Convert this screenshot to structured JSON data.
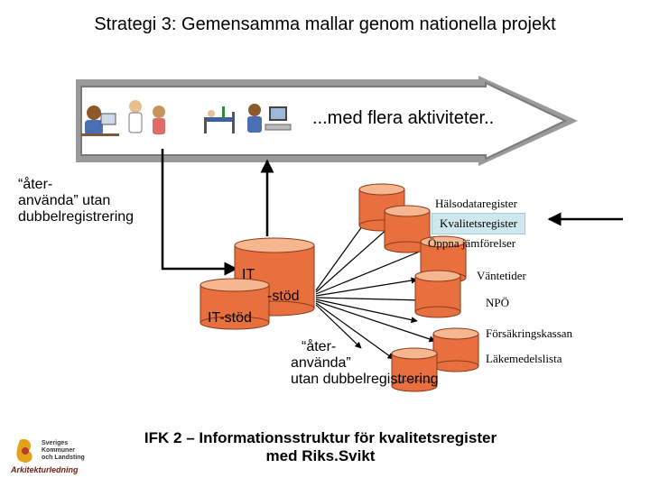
{
  "title": "Strategi 3: Gemensamma mallar genom nationella projekt",
  "arrow_text": "...med flera aktiviteter..",
  "reuse_left": {
    "line1": "“åter-",
    "line2": "använda” utan",
    "line3": "dubbelregistrering"
  },
  "reuse_center": {
    "line1": "“åter-",
    "line2": "använda”",
    "line3": "utan dubbelregistrering"
  },
  "registers": {
    "halsodata": "Hälsodataregister",
    "kvalitet": "Kvalitetsregister",
    "jamforelser": "Öppna jämförelser",
    "vantetider": "Väntetider",
    "npo": "NPÖ",
    "forsakring": "Försäkringskassan",
    "lakemedel": "Läkemedelslista"
  },
  "it": {
    "top": "IT",
    "mid": "-stöd",
    "bottom": "IT-stöd"
  },
  "bottom_title": {
    "line1": "IFK 2 – Informationsstruktur för kvalitetsregister",
    "line2": "med Riks.Svikt"
  },
  "logo": {
    "line1": "Sveriges",
    "line2": "Kommuner",
    "line3": "och Landsting",
    "department": "Arkitekturledning"
  },
  "colors": {
    "cylinder_fill": "#e8703f",
    "cylinder_top": "#f6b690",
    "arrow_fill": "#ffffff",
    "arrow_border": "#888888",
    "kval_highlight": "#cfe8ee"
  }
}
